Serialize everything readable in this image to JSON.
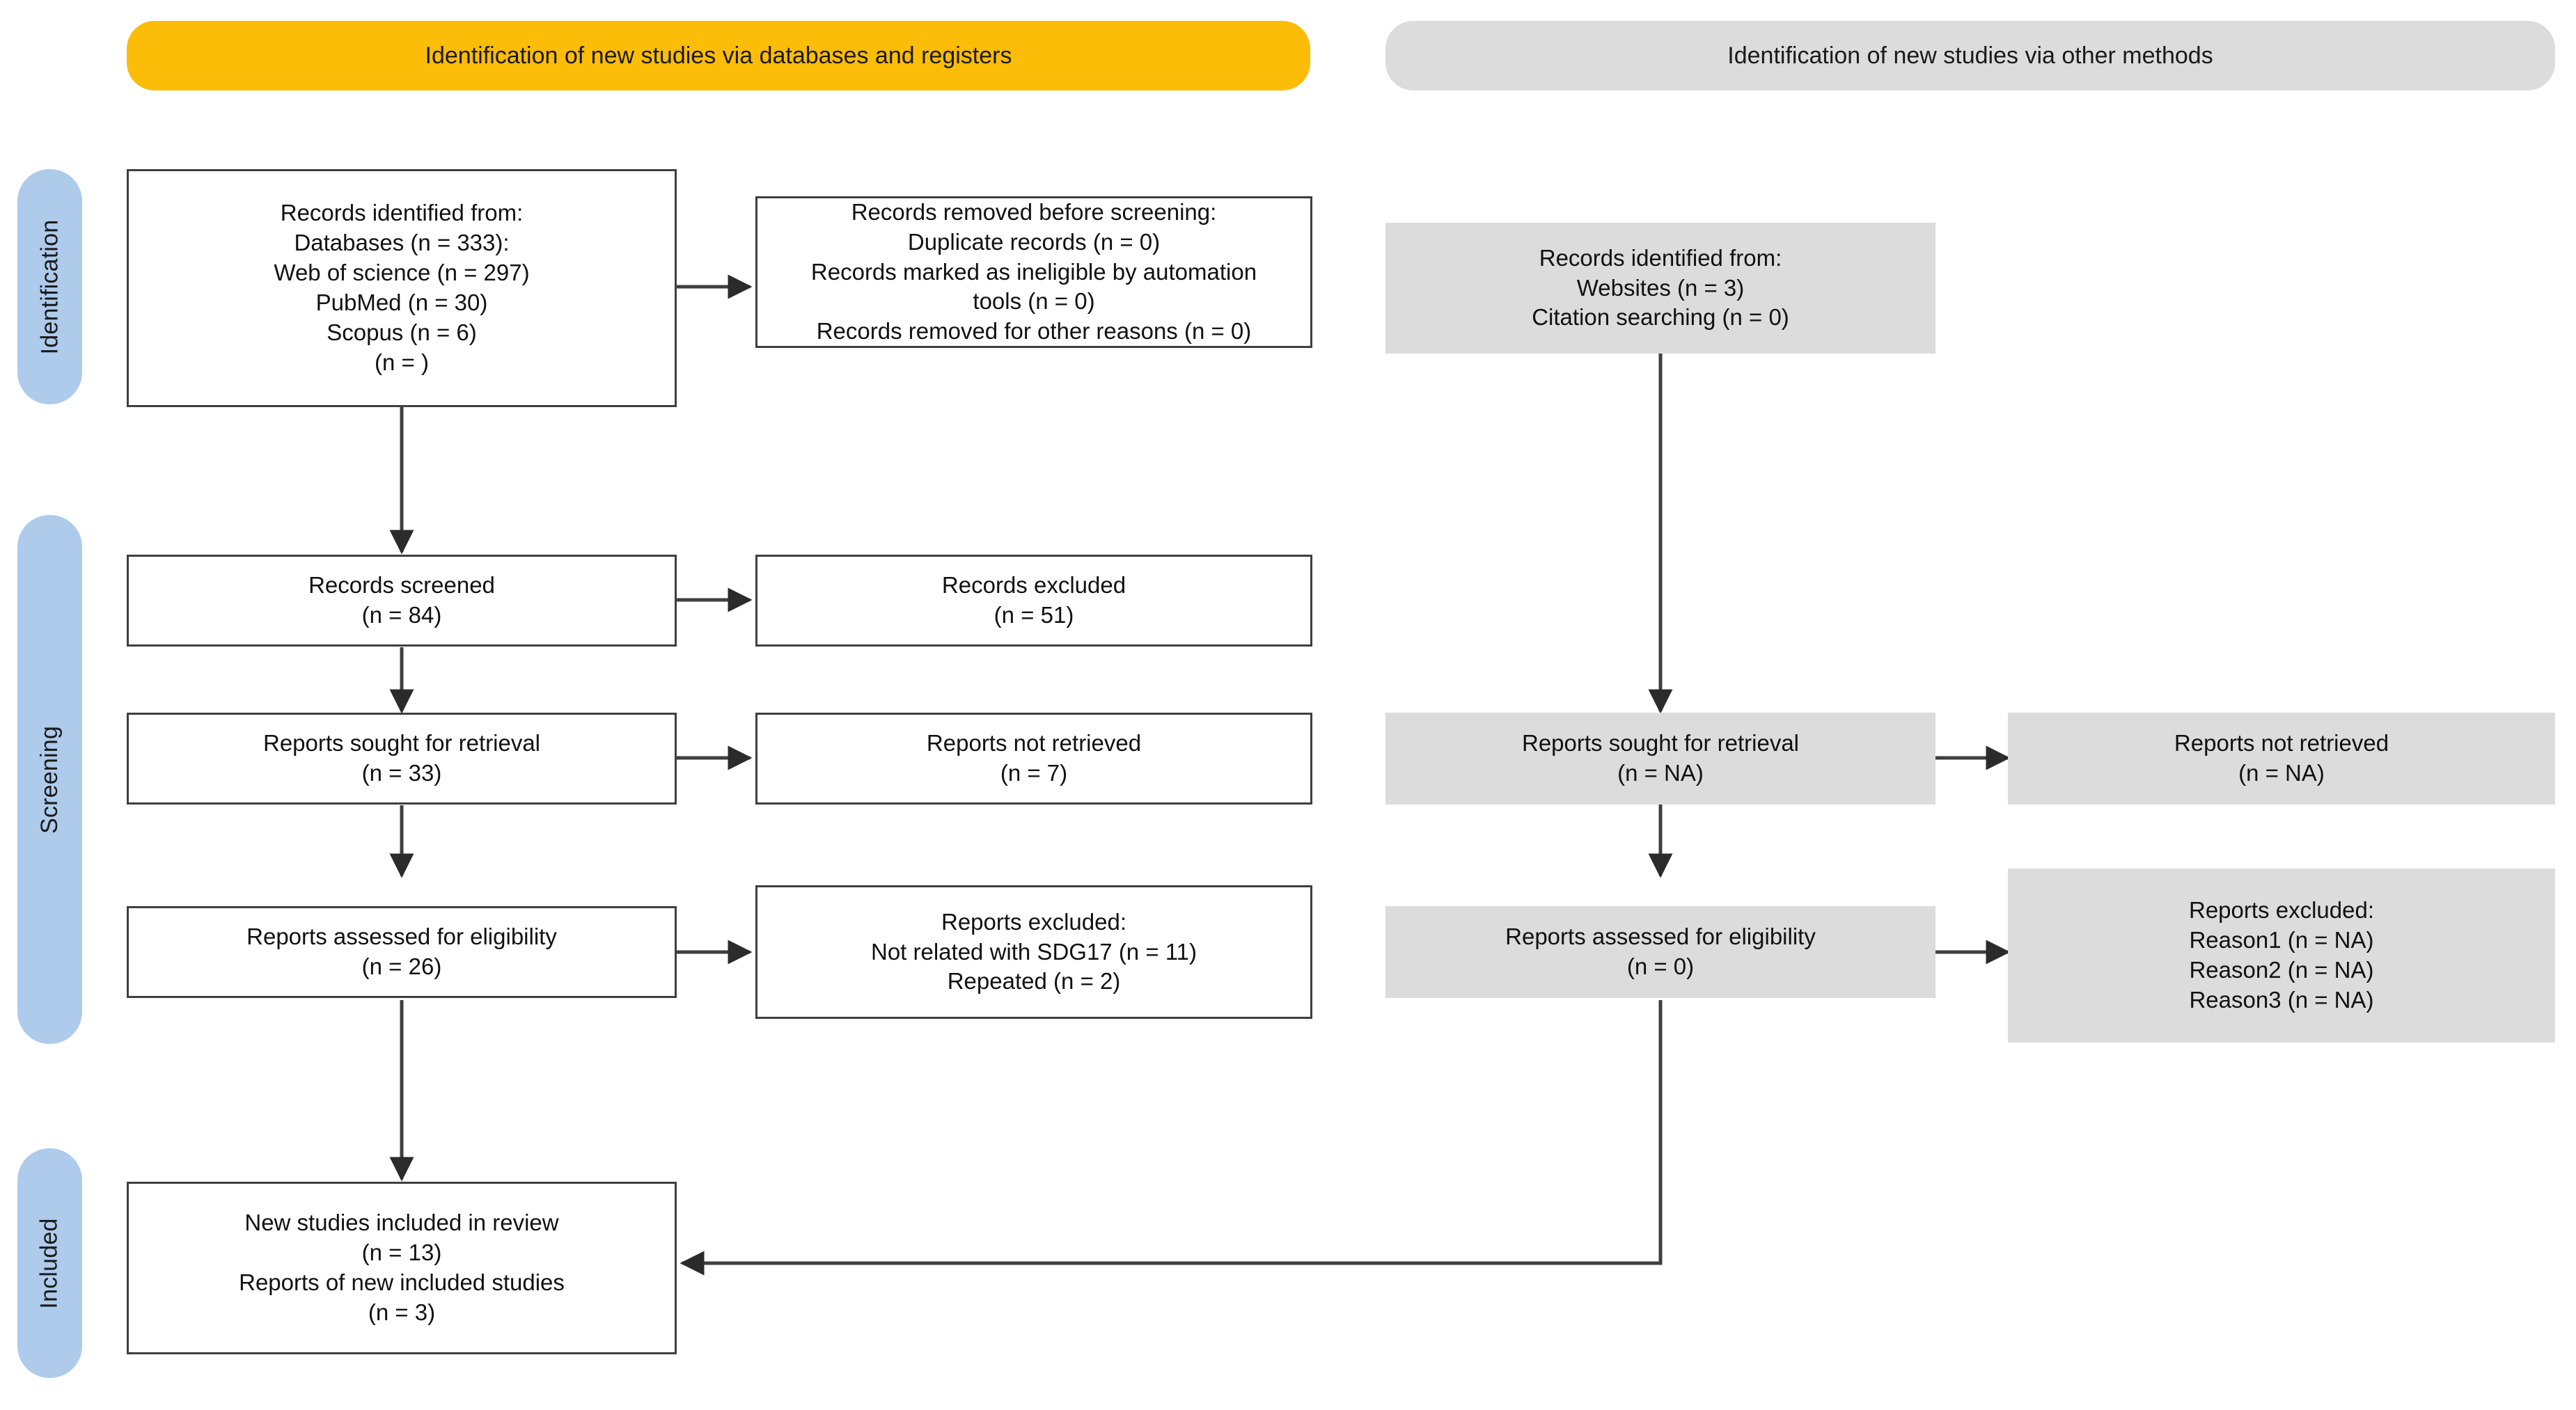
{
  "banners": [
    {
      "id": "databases",
      "text": "Identification of new studies via databases and registers",
      "color": "#fbbd08"
    },
    {
      "id": "other",
      "text": "Identification of new studies via other methods",
      "color": "#dcdcdc"
    }
  ],
  "stages": [
    {
      "id": "identification",
      "label": "Identification",
      "color": "#aecbeb"
    },
    {
      "id": "screening",
      "label": "Screening",
      "color": "#aecbeb"
    },
    {
      "id": "included",
      "label": "Included",
      "color": "#aecbeb"
    }
  ],
  "nodes": {
    "records_identified": {
      "lines": [
        "Records identified from:",
        "Databases (n = 333):",
        "Web of science (n = 297)",
        "PubMed (n = 30)",
        "Scopus (n = 6)",
        "(n = )"
      ]
    },
    "records_removed": {
      "lines": [
        "Records removed before screening:",
        "Duplicate records (n = 0)",
        "Records marked as ineligible by automation",
        "tools (n = 0)",
        "Records removed for other reasons (n = 0)"
      ]
    },
    "records_screened": {
      "lines": [
        "Records screened",
        "(n = 84)"
      ]
    },
    "records_excluded": {
      "lines": [
        "Records excluded",
        "(n = 51)"
      ]
    },
    "reports_sought": {
      "lines": [
        "Reports sought for retrieval",
        "(n = 33)"
      ]
    },
    "reports_not_retrieved": {
      "lines": [
        "Reports not retrieved",
        "(n = 7)"
      ]
    },
    "reports_assessed": {
      "lines": [
        "Reports assessed for eligibility",
        "(n = 26)"
      ]
    },
    "reports_excluded": {
      "lines": [
        "Reports excluded:",
        "Not related with SDG17 (n = 11)",
        "Repeated (n = 2)"
      ]
    },
    "new_studies_included": {
      "lines": [
        "New studies included in review",
        "(n = 13)",
        "Reports of new included studies",
        "(n = 3)"
      ]
    },
    "other_records_identified": {
      "lines": [
        "Records identified from:",
        "Websites (n = 3)",
        "Citation searching (n = 0)"
      ]
    },
    "other_reports_sought": {
      "lines": [
        "Reports sought for retrieval",
        "(n = NA)"
      ]
    },
    "other_reports_not_retrieved": {
      "lines": [
        "Reports not retrieved",
        "(n = NA)"
      ]
    },
    "other_reports_assessed": {
      "lines": [
        "Reports assessed for eligibility",
        "(n = 0)"
      ]
    },
    "other_reports_excluded": {
      "lines": [
        "Reports excluded:",
        "Reason1 (n = NA)",
        "Reason2 (n = NA)",
        "Reason3 (n = NA)"
      ]
    }
  },
  "colors": {
    "banner_primary": "#fbbd08",
    "banner_secondary": "#dcdcdc",
    "stage_pill": "#aecbeb",
    "box_fill_white": "#ffffff",
    "box_fill_grey": "#dcdcdc",
    "box_border": "#3f3f3f",
    "connector": "#3f3f3f",
    "text": "#111111"
  }
}
